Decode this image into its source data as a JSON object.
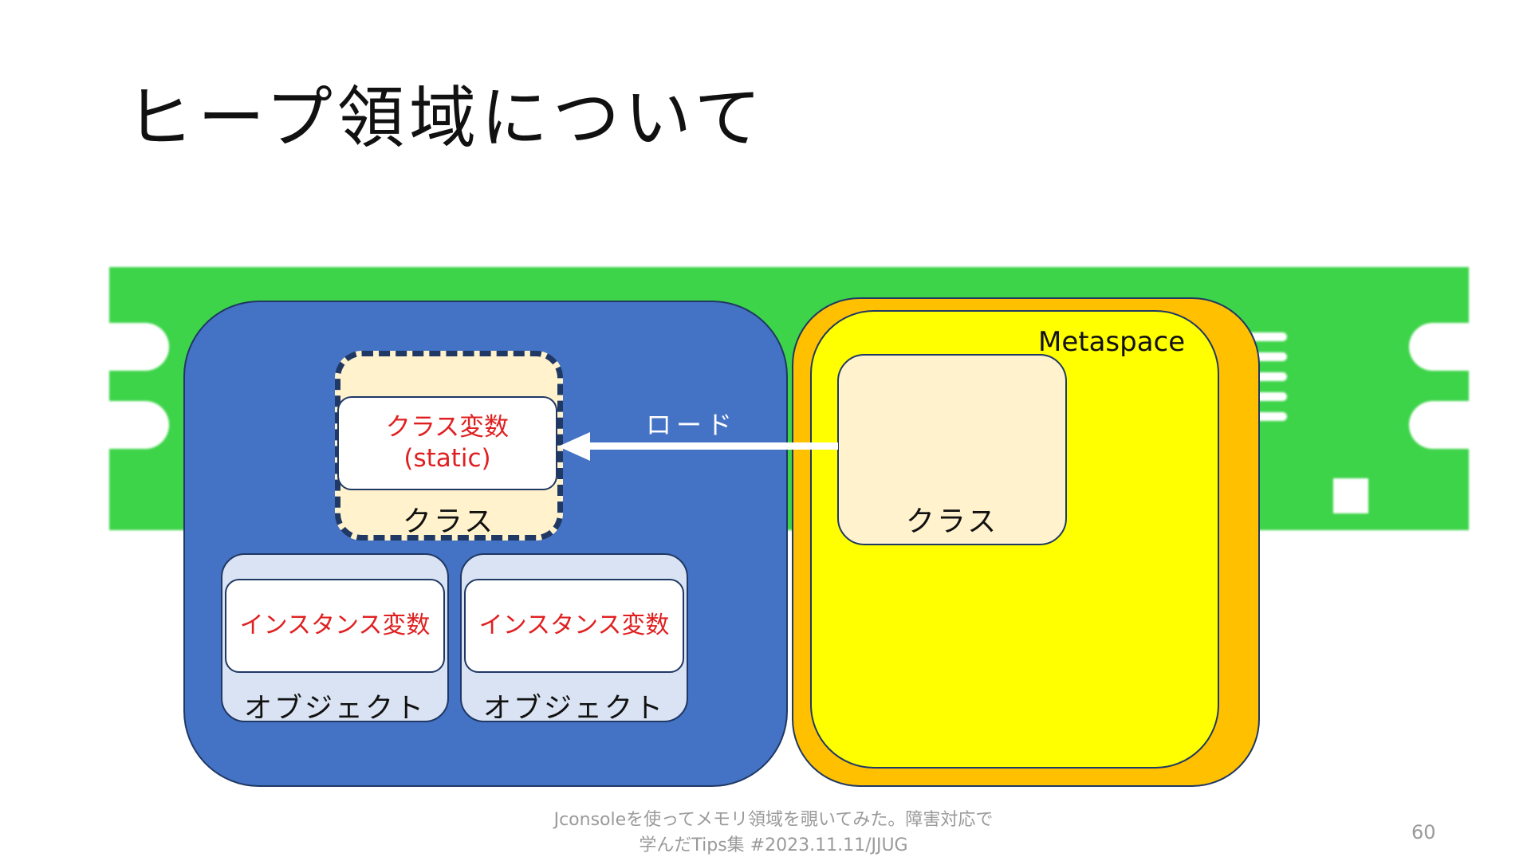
{
  "slide": {
    "title": "ヒープ領域について",
    "page_number": "60",
    "footer_line1": "Jconsoleを使ってメモリ領域を覗いてみた。障害対応で",
    "footer_line2": "学んだTips集 #2023.11.11/JJUG"
  },
  "diagram": {
    "heap": {
      "class_label": "クラス",
      "class_variable_line1": "クラス変数",
      "class_variable_line2": "(static)",
      "objects": [
        {
          "label": "オブジェクト",
          "variable": "インスタンス変数"
        },
        {
          "label": "オブジェクト",
          "variable": "インスタンス変数"
        }
      ]
    },
    "metaspace": {
      "label": "Metaspace",
      "class_label": "クラス"
    },
    "arrow_label": "ロード"
  },
  "colors": {
    "ram_green": "#3dd449",
    "heap_blue": "#4472c4",
    "border_navy": "#1f3864",
    "class_cream": "#fff2cc",
    "object_lightblue": "#dae3f3",
    "metaspace_orange": "#ffc000",
    "metaspace_yellow": "#ffff00",
    "variable_red": "#e02020"
  }
}
